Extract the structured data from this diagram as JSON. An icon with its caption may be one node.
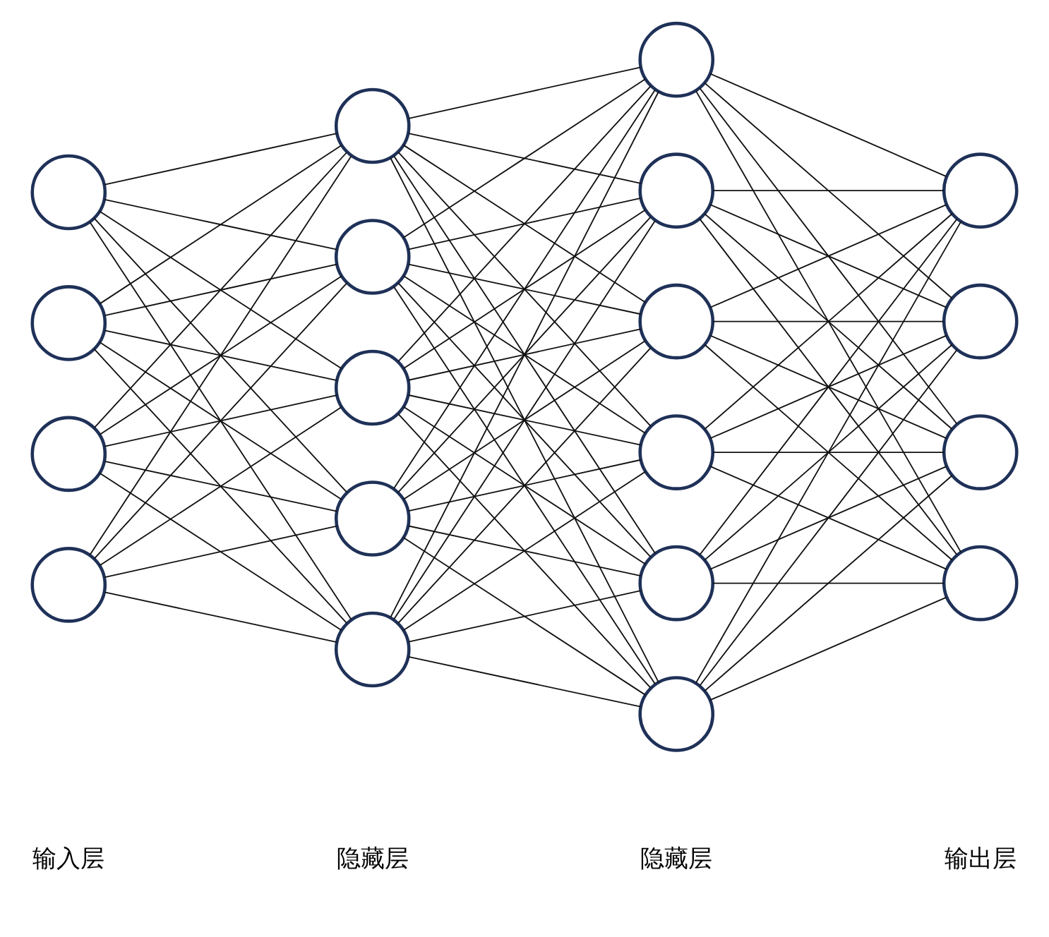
{
  "diagram": {
    "nodes": [
      {
        "text": [],
        "shape": "circle"
      },
      {
        "text": [],
        "shape": "circle"
      },
      {
        "text": [],
        "shape": "circle"
      },
      {
        "text": [],
        "shape": "circle"
      },
      {
        "text": [],
        "shape": "circle"
      },
      {
        "text": [],
        "shape": "circle"
      },
      {
        "text": [],
        "shape": "circle"
      },
      {
        "text": [],
        "shape": "circle"
      },
      {
        "text": [],
        "shape": "circle"
      },
      {
        "text": [],
        "shape": "circle"
      },
      {
        "text": [],
        "shape": "circle"
      },
      {
        "text": [],
        "shape": "circle"
      },
      {
        "text": [],
        "shape": "circle"
      },
      {
        "text": [],
        "shape": "circle"
      },
      {
        "text": [],
        "shape": "circle"
      },
      {
        "text": [],
        "shape": "circle"
      },
      {
        "text": [],
        "shape": "circle"
      },
      {
        "text": [],
        "shape": "circle"
      },
      {
        "text": [],
        "shape": "circle"
      }
    ],
    "edges": [
      {
        "from": 0,
        "to": 4,
        "arrow": "none"
      },
      {
        "from": 0,
        "to": 5,
        "arrow": "none"
      },
      {
        "from": 0,
        "to": 6,
        "arrow": "none"
      },
      {
        "from": 0,
        "to": 7,
        "arrow": "none"
      },
      {
        "from": 0,
        "to": 8,
        "arrow": "none"
      },
      {
        "from": 1,
        "to": 4,
        "arrow": "none"
      },
      {
        "from": 1,
        "to": 5,
        "arrow": "none"
      },
      {
        "from": 1,
        "to": 6,
        "arrow": "none"
      },
      {
        "from": 1,
        "to": 7,
        "arrow": "none"
      },
      {
        "from": 1,
        "to": 8,
        "arrow": "none"
      },
      {
        "from": 2,
        "to": 4,
        "arrow": "none"
      },
      {
        "from": 2,
        "to": 5,
        "arrow": "none"
      },
      {
        "from": 2,
        "to": 6,
        "arrow": "none"
      },
      {
        "from": 2,
        "to": 7,
        "arrow": "none"
      },
      {
        "from": 2,
        "to": 8,
        "arrow": "none"
      },
      {
        "from": 3,
        "to": 4,
        "arrow": "none"
      },
      {
        "from": 3,
        "to": 5,
        "arrow": "none"
      },
      {
        "from": 3,
        "to": 6,
        "arrow": "none"
      },
      {
        "from": 3,
        "to": 7,
        "arrow": "none"
      },
      {
        "from": 3,
        "to": 8,
        "arrow": "none"
      },
      {
        "from": 4,
        "to": 9,
        "arrow": "none"
      },
      {
        "from": 4,
        "to": 10,
        "arrow": "none"
      },
      {
        "from": 4,
        "to": 11,
        "arrow": "none"
      },
      {
        "from": 4,
        "to": 12,
        "arrow": "none"
      },
      {
        "from": 4,
        "to": 13,
        "arrow": "none"
      },
      {
        "from": 4,
        "to": 14,
        "arrow": "none"
      },
      {
        "from": 5,
        "to": 9,
        "arrow": "none"
      },
      {
        "from": 5,
        "to": 10,
        "arrow": "none"
      },
      {
        "from": 5,
        "to": 11,
        "arrow": "none"
      },
      {
        "from": 5,
        "to": 12,
        "arrow": "none"
      },
      {
        "from": 5,
        "to": 13,
        "arrow": "none"
      },
      {
        "from": 5,
        "to": 14,
        "arrow": "none"
      },
      {
        "from": 6,
        "to": 9,
        "arrow": "none"
      },
      {
        "from": 6,
        "to": 10,
        "arrow": "none"
      },
      {
        "from": 6,
        "to": 11,
        "arrow": "none"
      },
      {
        "from": 6,
        "to": 12,
        "arrow": "none"
      },
      {
        "from": 6,
        "to": 13,
        "arrow": "none"
      },
      {
        "from": 6,
        "to": 14,
        "arrow": "none"
      },
      {
        "from": 7,
        "to": 9,
        "arrow": "none"
      },
      {
        "from": 7,
        "to": 10,
        "arrow": "none"
      },
      {
        "from": 7,
        "to": 11,
        "arrow": "none"
      },
      {
        "from": 7,
        "to": 12,
        "arrow": "none"
      },
      {
        "from": 7,
        "to": 13,
        "arrow": "none"
      },
      {
        "from": 7,
        "to": 14,
        "arrow": "none"
      },
      {
        "from": 8,
        "to": 9,
        "arrow": "none"
      },
      {
        "from": 8,
        "to": 10,
        "arrow": "none"
      },
      {
        "from": 8,
        "to": 11,
        "arrow": "none"
      },
      {
        "from": 8,
        "to": 12,
        "arrow": "none"
      },
      {
        "from": 8,
        "to": 13,
        "arrow": "none"
      },
      {
        "from": 8,
        "to": 14,
        "arrow": "none"
      },
      {
        "from": 9,
        "to": 15,
        "arrow": "none"
      },
      {
        "from": 9,
        "to": 16,
        "arrow": "none"
      },
      {
        "from": 9,
        "to": 17,
        "arrow": "none"
      },
      {
        "from": 9,
        "to": 18,
        "arrow": "none"
      },
      {
        "from": 10,
        "to": 15,
        "arrow": "none"
      },
      {
        "from": 10,
        "to": 16,
        "arrow": "none"
      },
      {
        "from": 10,
        "to": 17,
        "arrow": "none"
      },
      {
        "from": 10,
        "to": 18,
        "arrow": "none"
      },
      {
        "from": 11,
        "to": 15,
        "arrow": "none"
      },
      {
        "from": 11,
        "to": 16,
        "arrow": "none"
      },
      {
        "from": 11,
        "to": 17,
        "arrow": "none"
      },
      {
        "from": 11,
        "to": 18,
        "arrow": "none"
      },
      {
        "from": 12,
        "to": 15,
        "arrow": "none"
      },
      {
        "from": 12,
        "to": 16,
        "arrow": "none"
      },
      {
        "from": 12,
        "to": 17,
        "arrow": "none"
      },
      {
        "from": 12,
        "to": 18,
        "arrow": "none"
      },
      {
        "from": 13,
        "to": 15,
        "arrow": "none"
      },
      {
        "from": 13,
        "to": 16,
        "arrow": "none"
      },
      {
        "from": 13,
        "to": 17,
        "arrow": "none"
      },
      {
        "from": 13,
        "to": 18,
        "arrow": "none"
      },
      {
        "from": 14,
        "to": 15,
        "arrow": "none"
      },
      {
        "from": 14,
        "to": 16,
        "arrow": "none"
      },
      {
        "from": 14,
        "to": 17,
        "arrow": "none"
      },
      {
        "from": 14,
        "to": 18,
        "arrow": "none"
      }
    ],
    "labels": [
      "输入层",
      "隐藏层",
      "隐藏层",
      "输出层"
    ]
  }
}
